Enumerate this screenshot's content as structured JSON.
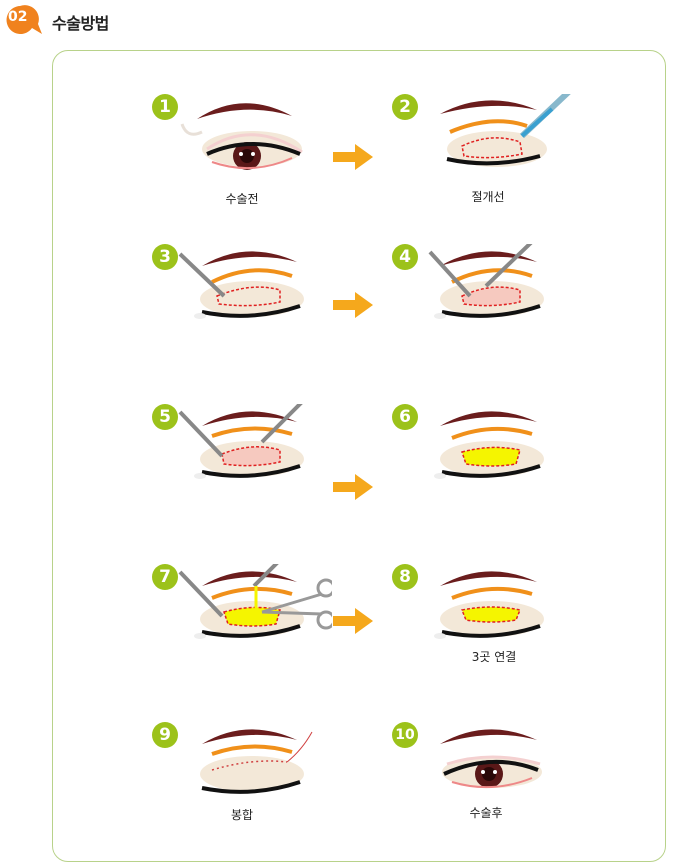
{
  "header": {
    "badge_number": "02",
    "title": "수술방법"
  },
  "steps": [
    {
      "number": "1",
      "caption": "수술전"
    },
    {
      "number": "2",
      "caption": "절개선"
    },
    {
      "number": "3",
      "caption": ""
    },
    {
      "number": "4",
      "caption": ""
    },
    {
      "number": "5",
      "caption": ""
    },
    {
      "number": "6",
      "caption": ""
    },
    {
      "number": "7",
      "caption": ""
    },
    {
      "number": "8",
      "caption": "3곳 연결"
    },
    {
      "number": "9",
      "caption": "봉합"
    },
    {
      "number": "10",
      "caption": "수술후"
    }
  ],
  "colors": {
    "badge": "#f0821e",
    "number_circle": "#9cc21a",
    "arrow": "#f5a81c",
    "brow": "#6b1d1d",
    "crease": "#f0901a",
    "fat": "#f5f500",
    "incision": "#e02020",
    "skin": "#f3e8d8",
    "border": "#b8d28a"
  }
}
